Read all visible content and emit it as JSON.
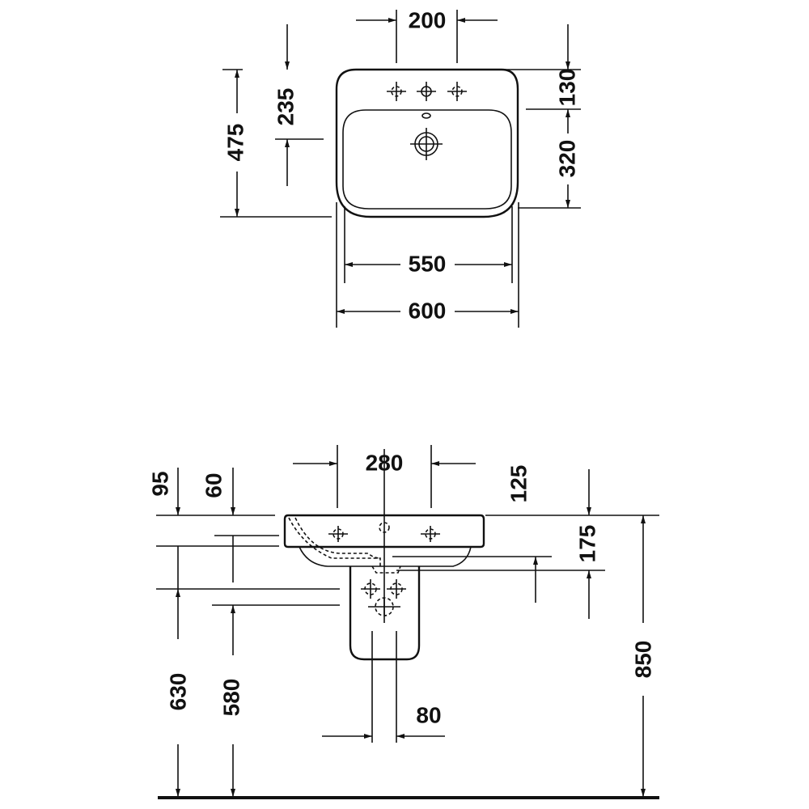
{
  "top_view": {
    "dimensions": {
      "tap_spacing": "200",
      "tap_to_drain": "235",
      "depth": "475",
      "back_to_tap": "130",
      "basin_depth": "320",
      "basin_width": "550",
      "width": "600"
    }
  },
  "side_view": {
    "dimensions": {
      "drain_spacing": "280",
      "dim_95": "95",
      "dim_60": "60",
      "dim_125": "125",
      "dim_175": "175",
      "dim_630": "630",
      "dim_580": "580",
      "pedestal_offset": "80",
      "height": "850"
    }
  },
  "colors": {
    "line": "#111111",
    "background": "#ffffff"
  }
}
